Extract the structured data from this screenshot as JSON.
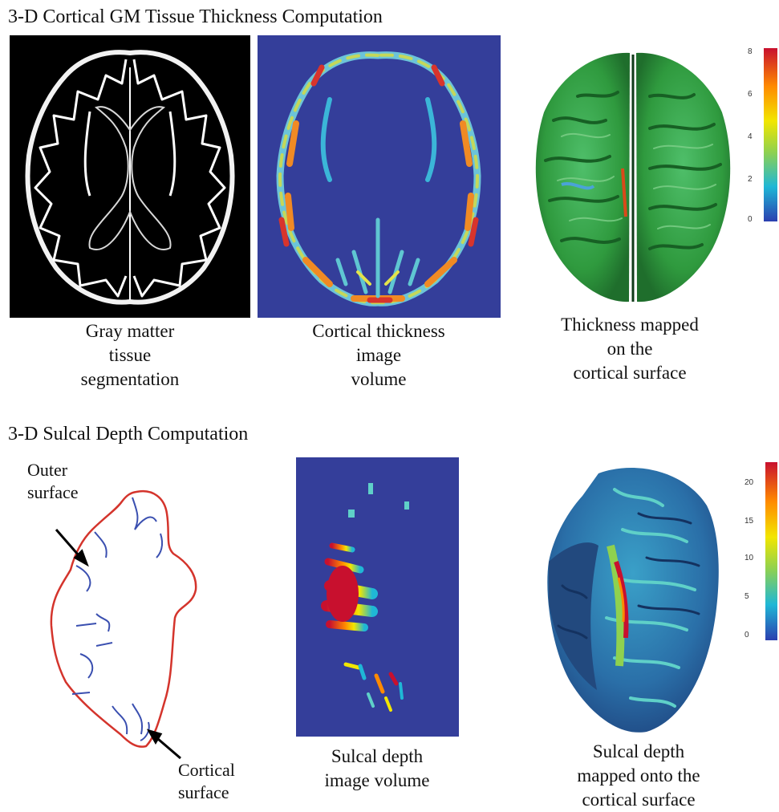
{
  "section1": {
    "title": "3-D Cortical GM Tissue Thickness Computation",
    "captions": [
      [
        "Gray matter",
        "tissue",
        "segmentation"
      ],
      [
        "Cortical thickness",
        "image",
        "volume"
      ],
      [
        "Thickness mapped",
        "on the",
        "cortical surface"
      ]
    ],
    "colorbar": {
      "ticks": [
        "8",
        "6",
        "4",
        "2",
        "0"
      ],
      "colors": [
        "#c8102e",
        "#ff8a00",
        "#f2e600",
        "#8fd14f",
        "#1fb7d6",
        "#2b3fb0"
      ]
    }
  },
  "section2": {
    "title": "3-D Sulcal Depth Computation",
    "outer_label": [
      "Outer",
      "surface"
    ],
    "cortical_label": [
      "Cortical",
      "surface"
    ],
    "captions": [
      [
        "Sulcal depth",
        "image volume"
      ],
      [
        "Sulcal depth",
        "mapped onto the",
        "cortical surface"
      ]
    ],
    "colorbar": {
      "ticks": [
        "20",
        "15",
        "10",
        "5",
        "0"
      ],
      "colors": [
        "#c8102e",
        "#ff8a00",
        "#f2e600",
        "#8fd14f",
        "#1fb7d6",
        "#2b3fb0"
      ]
    }
  },
  "colors": {
    "outer_surface": "#d4342c",
    "cortical_surface": "#3a4fb0",
    "volume_background": "#343e9a",
    "segmentation_background": "#000000"
  }
}
